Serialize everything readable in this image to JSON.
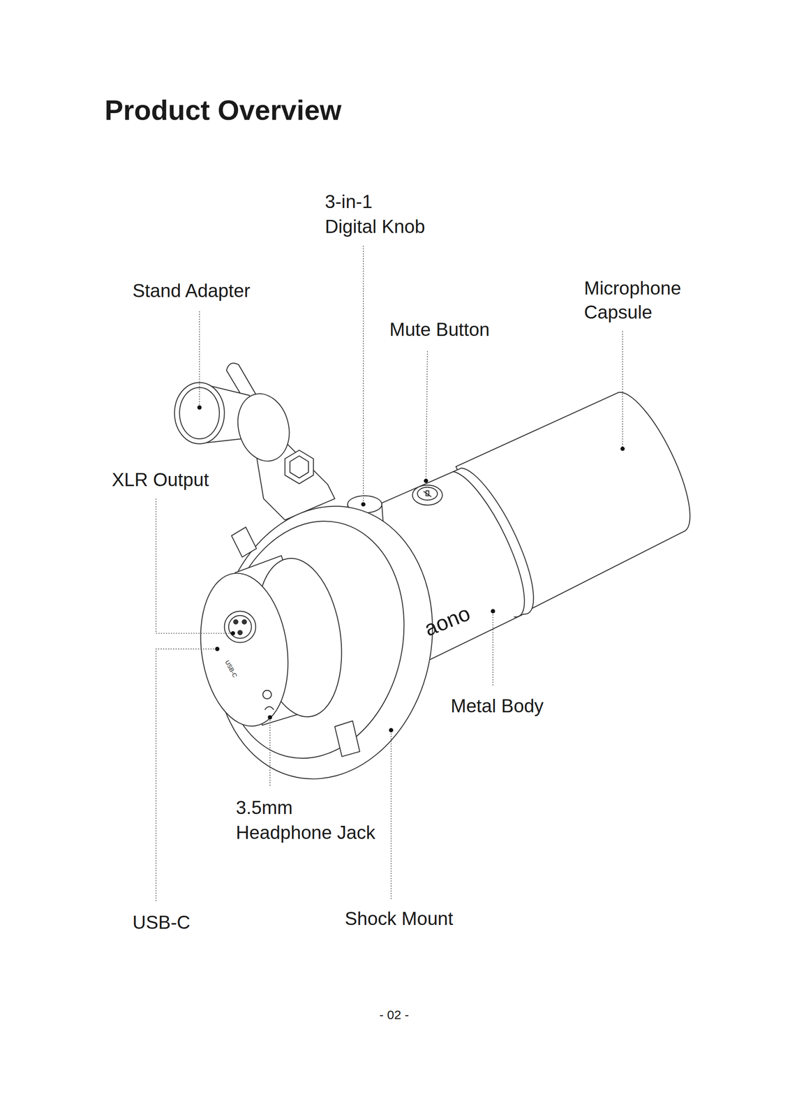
{
  "diagram": {
    "title": "Product Overview",
    "labels": [
      "3-in-1 Digital Knob",
      "Stand Adapter",
      "Microphone Capsule",
      "Mute Button",
      "XLR Output",
      "Metal Body",
      "3.5mm Headphone Jack",
      "USB-C",
      "Shock Mount",
      "aono",
      "USB-C",
      "- 02 -"
    ]
  }
}
